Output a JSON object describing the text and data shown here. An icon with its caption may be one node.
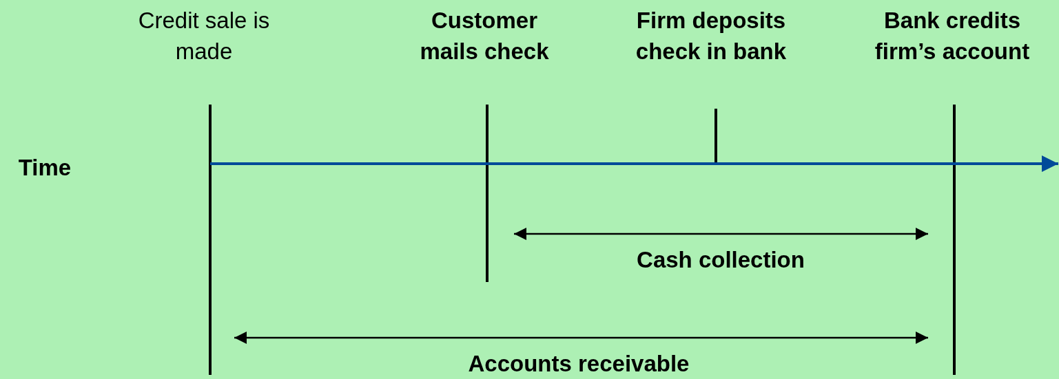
{
  "diagram": {
    "labels": [
      "Credit sale is made",
      "Customer mails check",
      "Firm deposits check in bank",
      "Bank credits firm’s account",
      "Time",
      "Cash collection",
      "Accounts receivable"
    ]
  }
}
